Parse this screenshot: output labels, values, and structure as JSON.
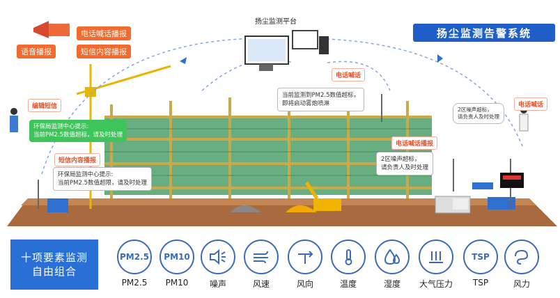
{
  "title": "扬尘监测告警系统",
  "platform_label": "扬尘监测平台",
  "chips": {
    "phone_broadcast": "电话喊话播报",
    "voice_broadcast": "语音播报",
    "sms_broadcast": "短信内容播报",
    "edit_sms": "编辑短信",
    "sms_content_broadcast": "短信内容播报",
    "phone_call_mid": "电话喊话",
    "phone_broadcast_mid": "电话喊话播报",
    "phone_call_right": "电话喊话"
  },
  "bubbles": {
    "mid_alert": "当前监测到PM2.5数值超标，\n即将启动雾炮喷淋",
    "green_notice": "环保局监测中心提示:\n当前PM2.5数值超标，请及时处理",
    "white_notice": "环保局监测中心提示:\n当前PM2.5数值超限，请及时处理",
    "noise_alert": "2区噪声超标，\n请负责人及时处理",
    "phone_noise": "2区噪声超标，\n请负责人及时处理"
  },
  "bottom": {
    "panel_line1": "十项要素监测",
    "panel_line2": "自由组合",
    "items": [
      {
        "label": "PM2.5",
        "icon": "pm25-icon",
        "text": "PM2.5"
      },
      {
        "label": "PM10",
        "icon": "pm10-icon",
        "text": "PM10"
      },
      {
        "label": "噪声",
        "icon": "noise-icon",
        "text": ""
      },
      {
        "label": "风速",
        "icon": "wind-speed-icon",
        "text": ""
      },
      {
        "label": "风向",
        "icon": "wind-direction-icon",
        "text": ""
      },
      {
        "label": "温度",
        "icon": "temperature-icon",
        "text": ""
      },
      {
        "label": "湿度",
        "icon": "humidity-icon",
        "text": ""
      },
      {
        "label": "大气压力",
        "icon": "pressure-icon",
        "text": ""
      },
      {
        "label": "TSP",
        "icon": "tsp-icon",
        "text": "TSP"
      },
      {
        "label": "风力",
        "icon": "wind-force-icon",
        "text": ""
      }
    ]
  },
  "colors": {
    "brand_blue": "#1f5ec9",
    "orange": "#f26a2e",
    "green": "#3ec45a",
    "icon_blue": "#3a6bb8"
  }
}
